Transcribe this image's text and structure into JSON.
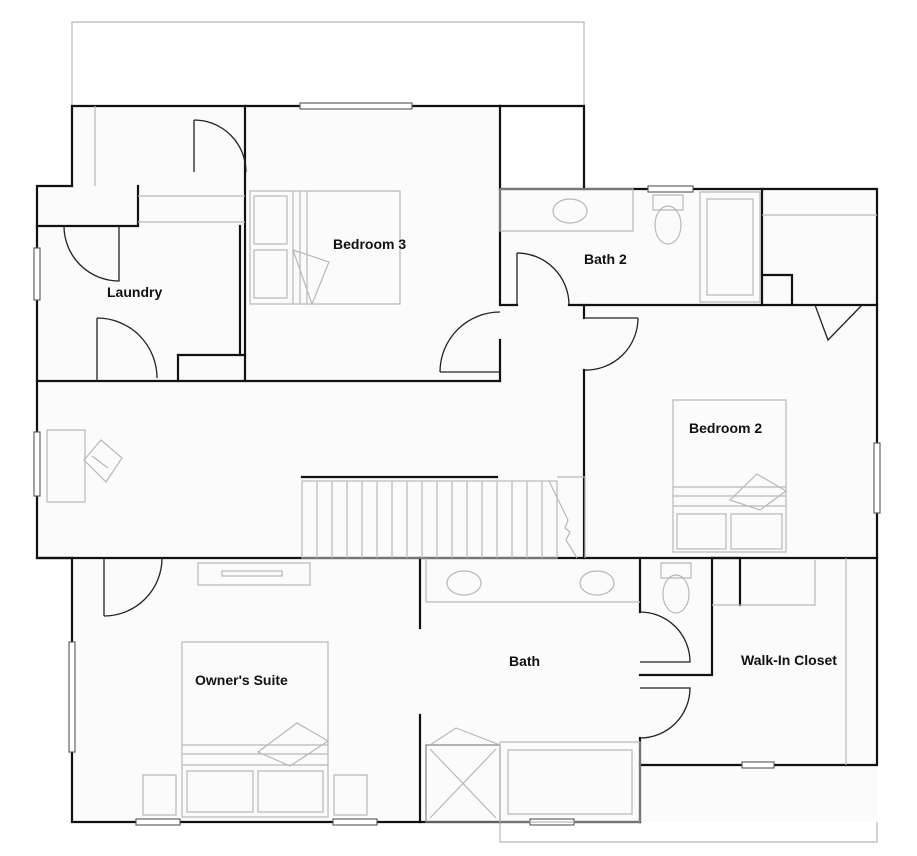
{
  "rooms": {
    "bedroom3": "Bedroom 3",
    "bath2": "Bath 2",
    "laundry": "Laundry",
    "bedroom2": "Bedroom 2",
    "owners_suite": "Owner's Suite",
    "bath": "Bath",
    "walk_in_closet": "Walk-In Closet"
  }
}
